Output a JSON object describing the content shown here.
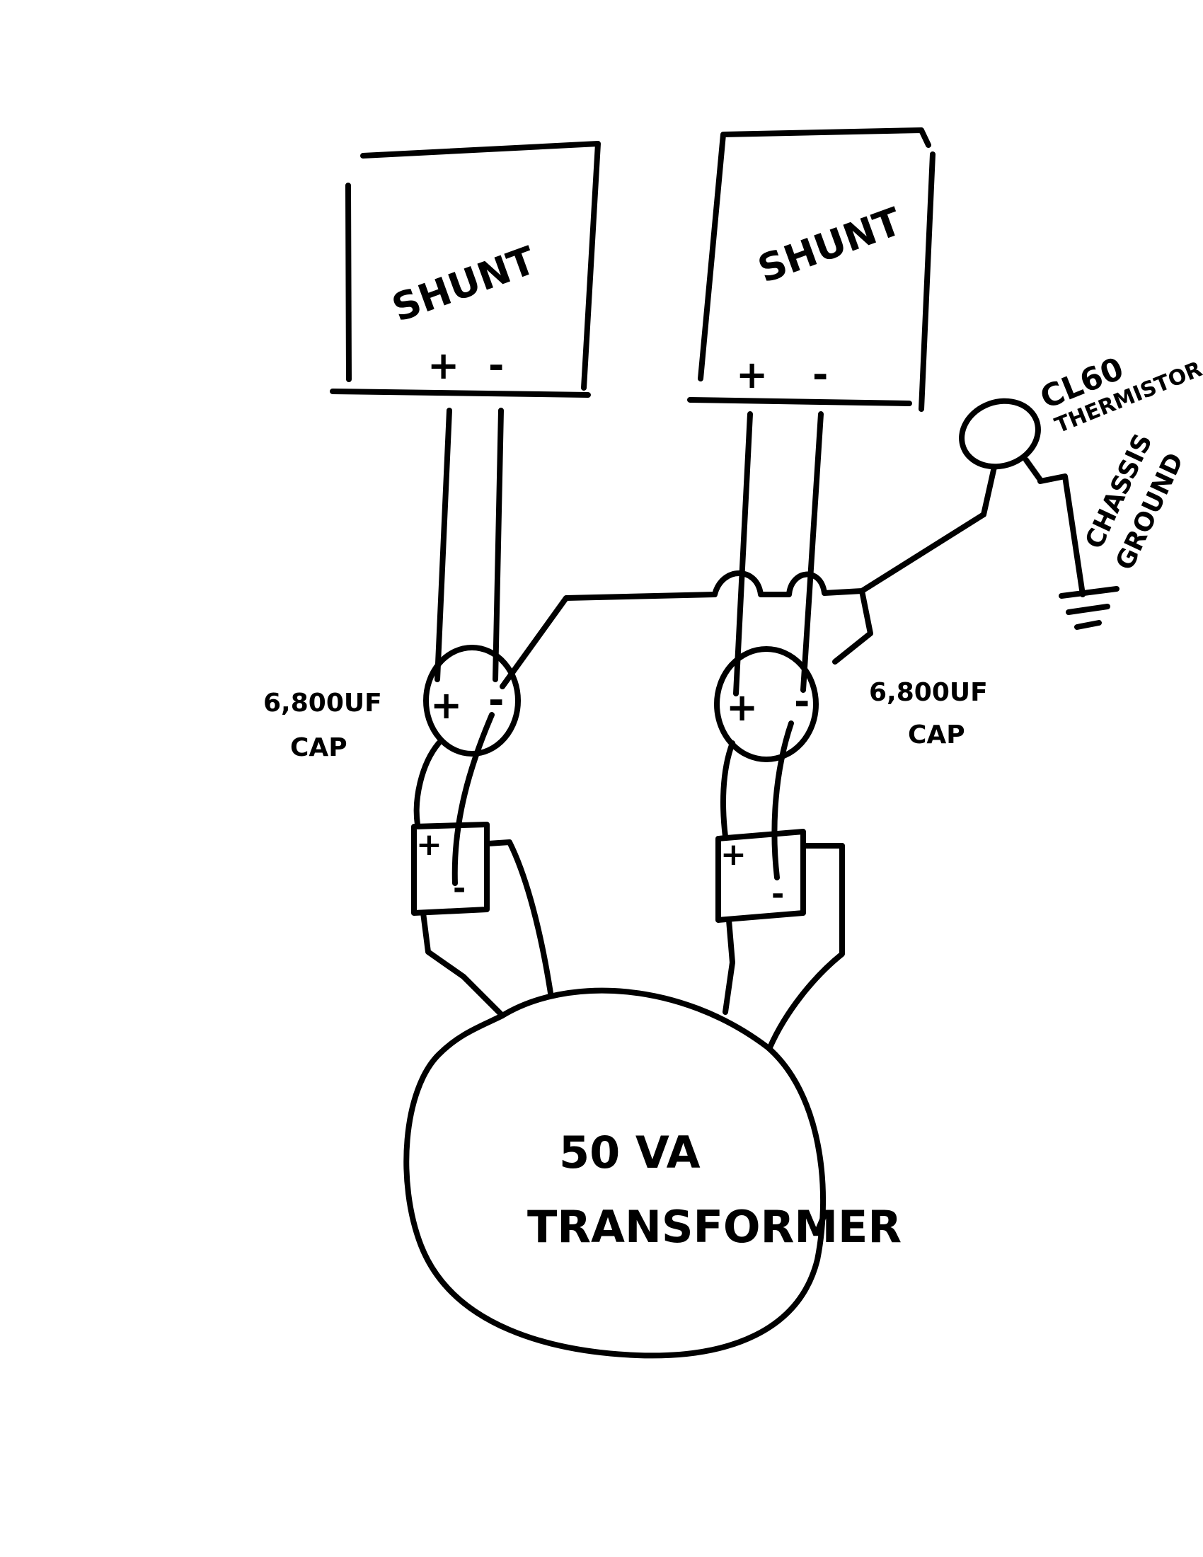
{
  "shunt_left": {
    "label": "SHUNT",
    "plus": "+",
    "minus": "-"
  },
  "shunt_right": {
    "label": "SHUNT",
    "plus": "+",
    "minus": "-"
  },
  "cap_left": {
    "value": "6,800UF",
    "name": "CAP",
    "plus": "+",
    "minus": "-"
  },
  "cap_right": {
    "value": "6,800UF",
    "name": "CAP",
    "plus": "+",
    "minus": "-"
  },
  "rectifier_left": {
    "plus": "+",
    "minus": "-"
  },
  "rectifier_right": {
    "plus": "+",
    "minus": "-"
  },
  "transformer": {
    "rating": "50 VA",
    "name": "TRANSFORMER"
  },
  "thermistor": {
    "part": "CL60",
    "name": "THERMISTOR"
  },
  "ground": {
    "line1": "CHASSIS",
    "line2": "GROUND"
  }
}
